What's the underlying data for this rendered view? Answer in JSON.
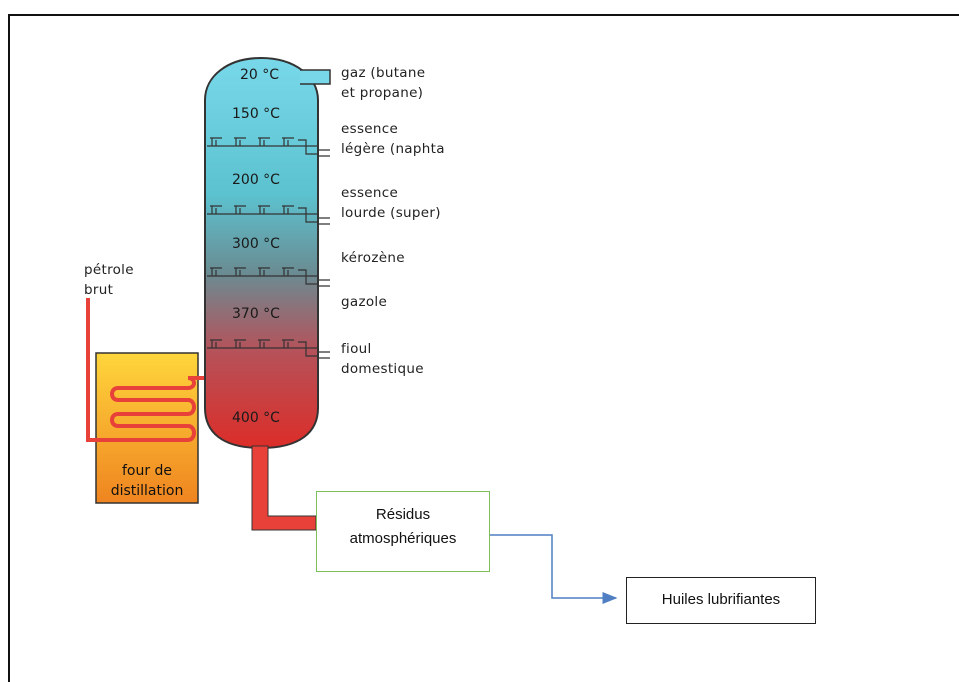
{
  "temperatures": [
    "20 °C",
    "150 °C",
    "200 °C",
    "300 °C",
    "370 °C",
    "400 °C"
  ],
  "fractions": [
    {
      "line1": "gaz (butane",
      "line2": "et propane)"
    },
    {
      "line1": "essence",
      "line2": "légère (naphta"
    },
    {
      "line1": "essence",
      "line2": "lourde (super)"
    },
    {
      "line1": "kérozène",
      "line2": ""
    },
    {
      "line1": "gazole",
      "line2": ""
    },
    {
      "line1": "fioul",
      "line2": "domestique"
    }
  ],
  "inlet": {
    "line1": "pétrole",
    "line2": "brut"
  },
  "furnace": {
    "line1": "four de",
    "line2": "distillation"
  },
  "residue": {
    "line1": "Résidus",
    "line2": "atmosphériques"
  },
  "product": {
    "label": "Huiles lubrifiantes"
  },
  "colors": {
    "column_top": "#6fd3e6",
    "column_bottom": "#d9302a",
    "furnace_top": "#ffd23a",
    "furnace_bottom": "#f08a1f",
    "pipe": "#e8413a",
    "residue_border": "#7fbf5a",
    "arrow": "#4f7fc2"
  }
}
